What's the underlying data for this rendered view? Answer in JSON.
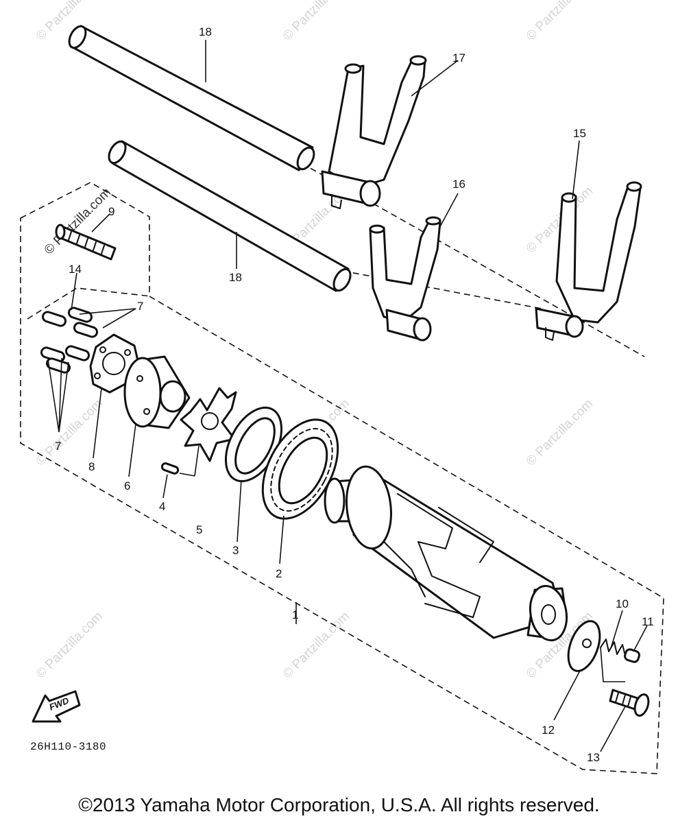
{
  "watermark": "© Partzilla.com",
  "callouts": [
    "1",
    "2",
    "3",
    "4",
    "5",
    "6",
    "7",
    "7",
    "8",
    "9",
    "10",
    "11",
    "12",
    "13",
    "14",
    "15",
    "16",
    "17",
    "18",
    "18"
  ],
  "fwd_label": "FWD",
  "diagram_code": "26H110-3180",
  "copyright": "©2013 Yamaha Motor Corporation, U.S.A. All rights reserved."
}
